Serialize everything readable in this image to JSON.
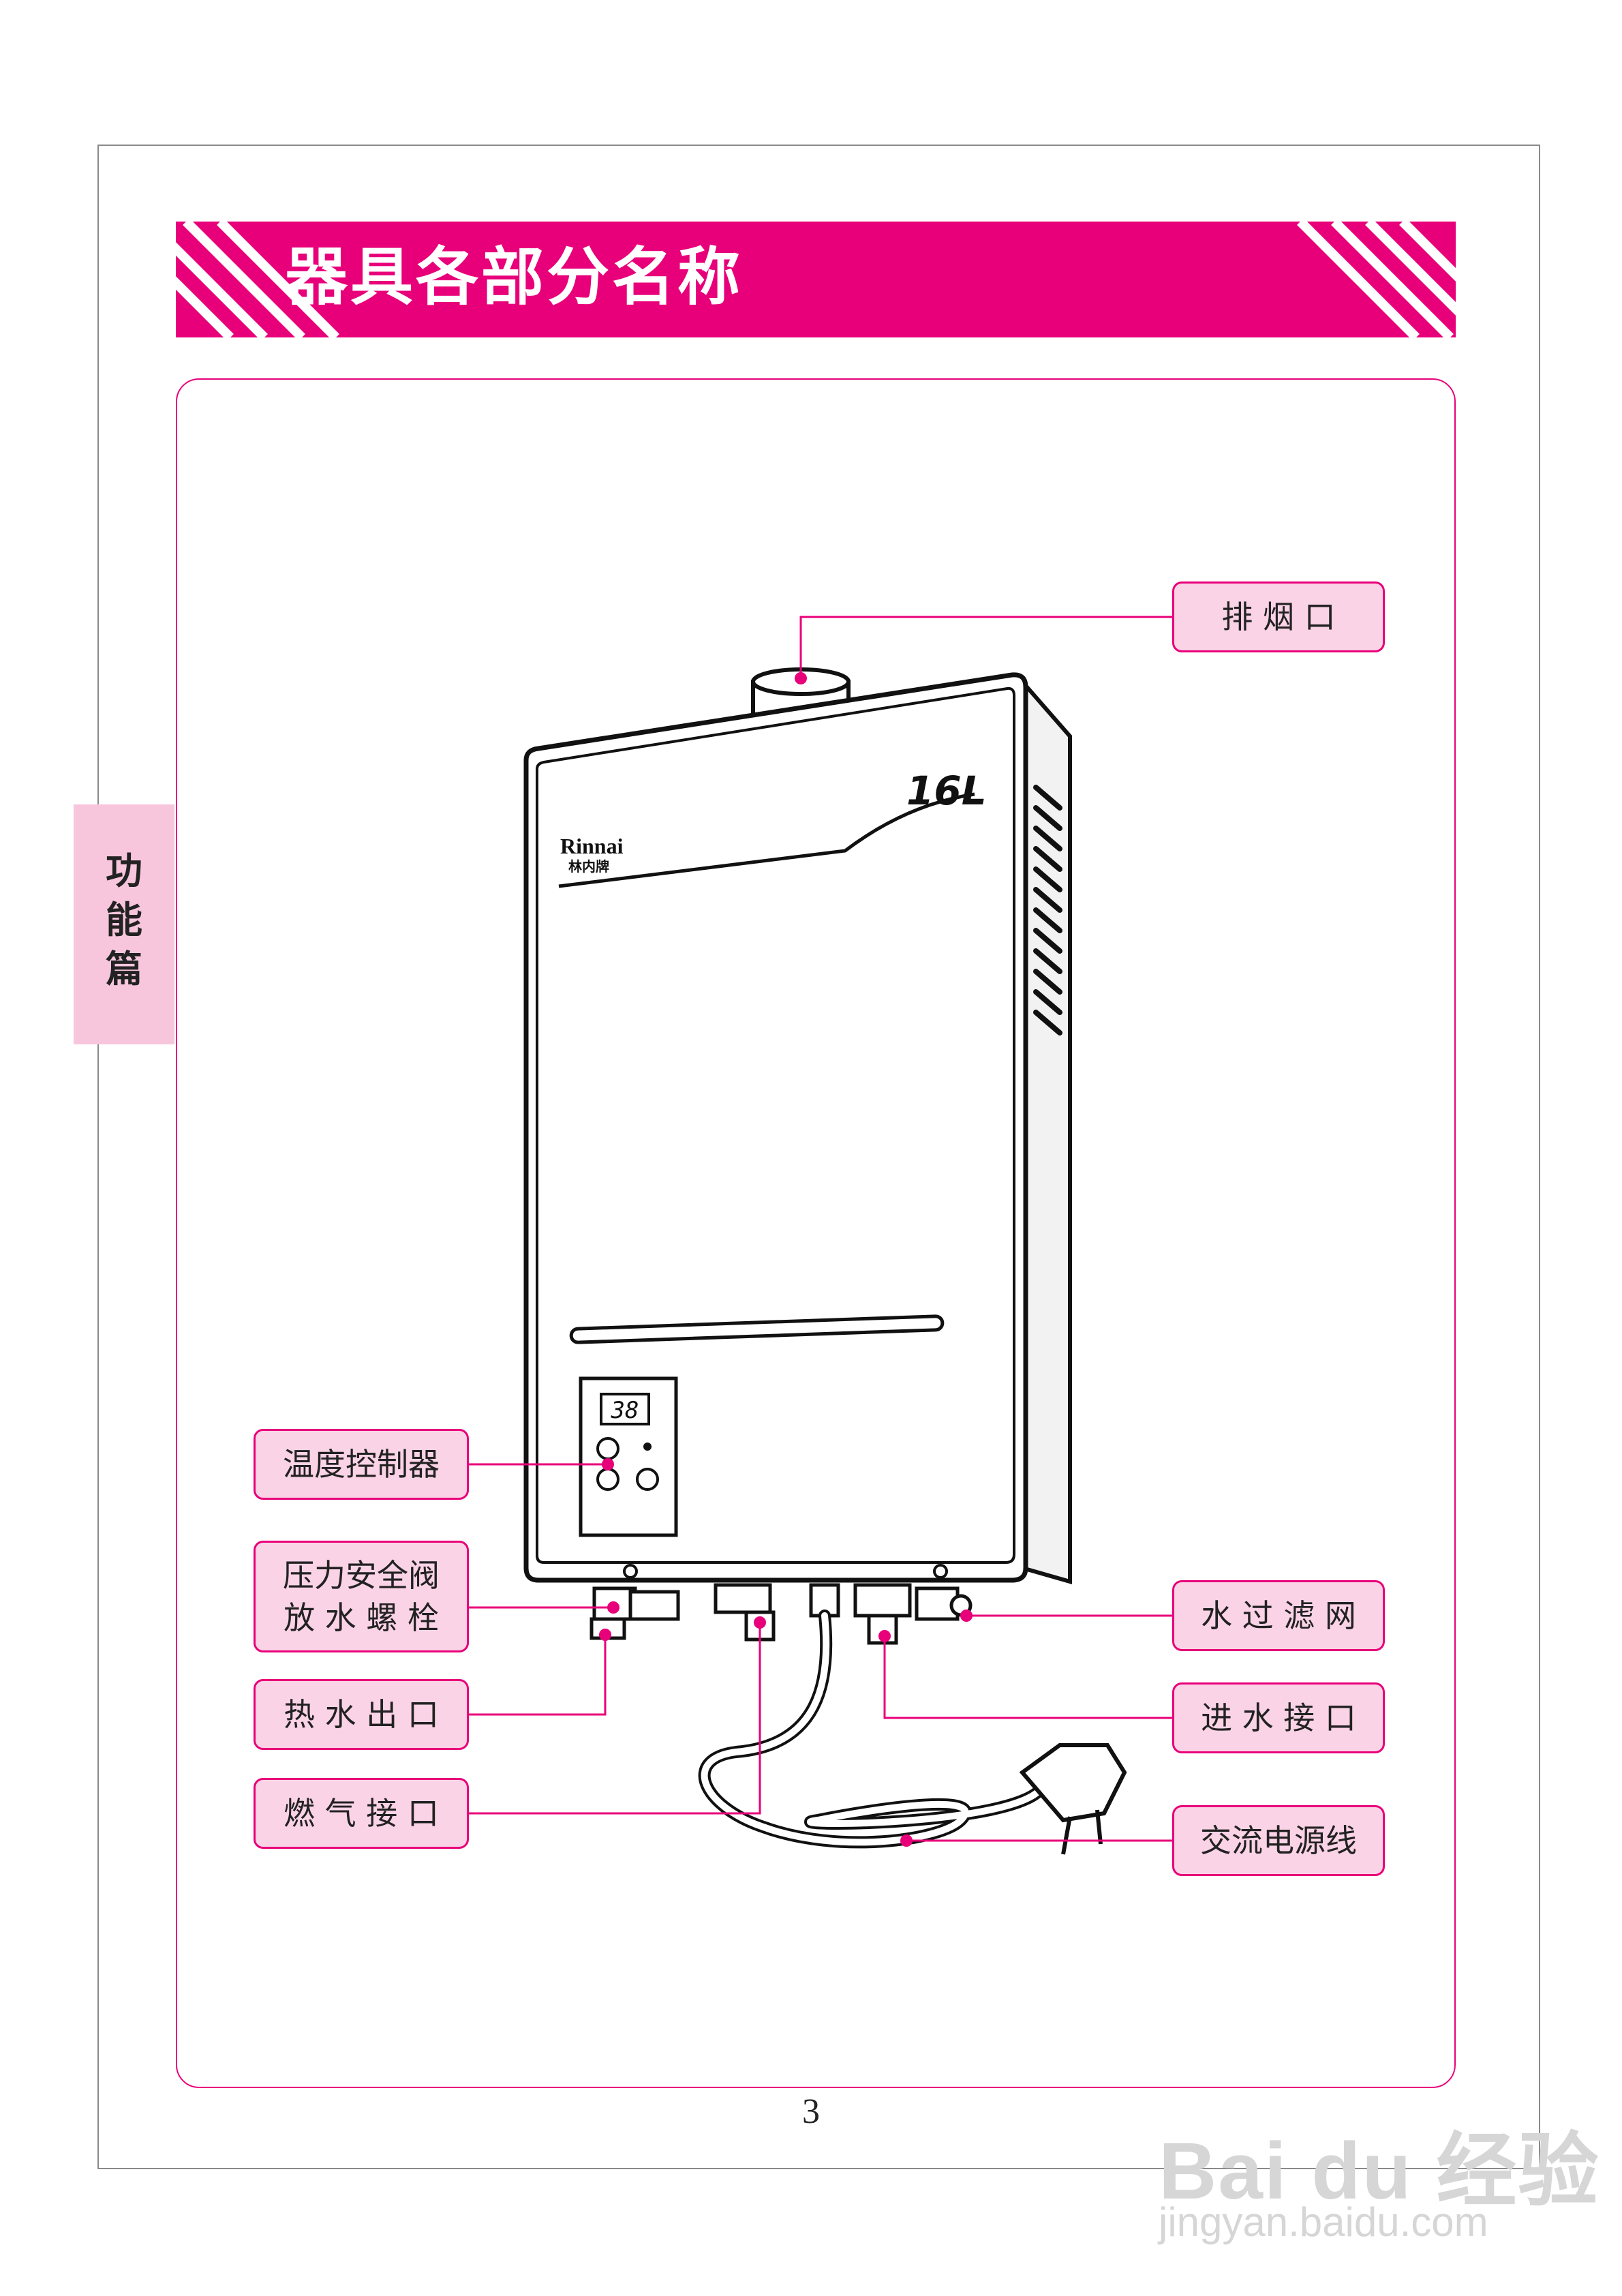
{
  "title": "器具各部分名称",
  "side_tab": "功\n能\n篇",
  "product": {
    "brand_en": "Rinnai",
    "brand_cn": "林内牌",
    "capacity_badge": "16L",
    "display_value": "38"
  },
  "labels": {
    "exhaust_port": "排  烟  口",
    "temperature_controller": "温度控制器",
    "pressure_safety_valve": "压力安全阀\n放 水 螺 栓",
    "hot_water_outlet": "热 水 出 口",
    "gas_inlet": "燃 气 接 口",
    "water_filter": "水 过 滤 网",
    "water_inlet": "进 水 接 口",
    "power_cord": "交流电源线"
  },
  "page_number": "3",
  "watermark": {
    "main": "Bai du 经验",
    "sub": "jingyan.baidu.com"
  },
  "colors": {
    "accent": "#e8007a",
    "label_fill": "#fbd3e6",
    "tab_fill": "#f7c6dd"
  }
}
